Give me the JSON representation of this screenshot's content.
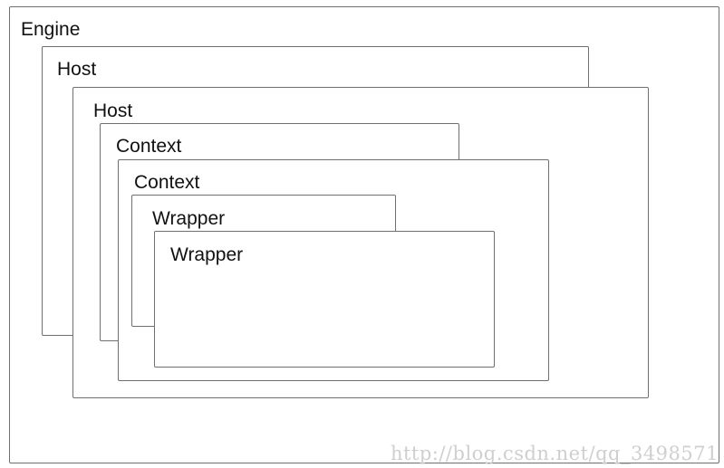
{
  "diagram": {
    "engine": {
      "label": "Engine"
    },
    "hosts": [
      {
        "label": "Host"
      },
      {
        "label": "Host"
      }
    ],
    "contexts": [
      {
        "label": "Context"
      },
      {
        "label": "Context"
      }
    ],
    "wrappers": [
      {
        "label": "Wrapper"
      },
      {
        "label": "Wrapper"
      }
    ]
  },
  "watermark": {
    "text": "http://blog.csdn.net/qq_3498571"
  },
  "colors": {
    "border": "#6f6f6f",
    "background": "#ffffff",
    "text": "#111111",
    "watermark": "#cfcfcf"
  }
}
